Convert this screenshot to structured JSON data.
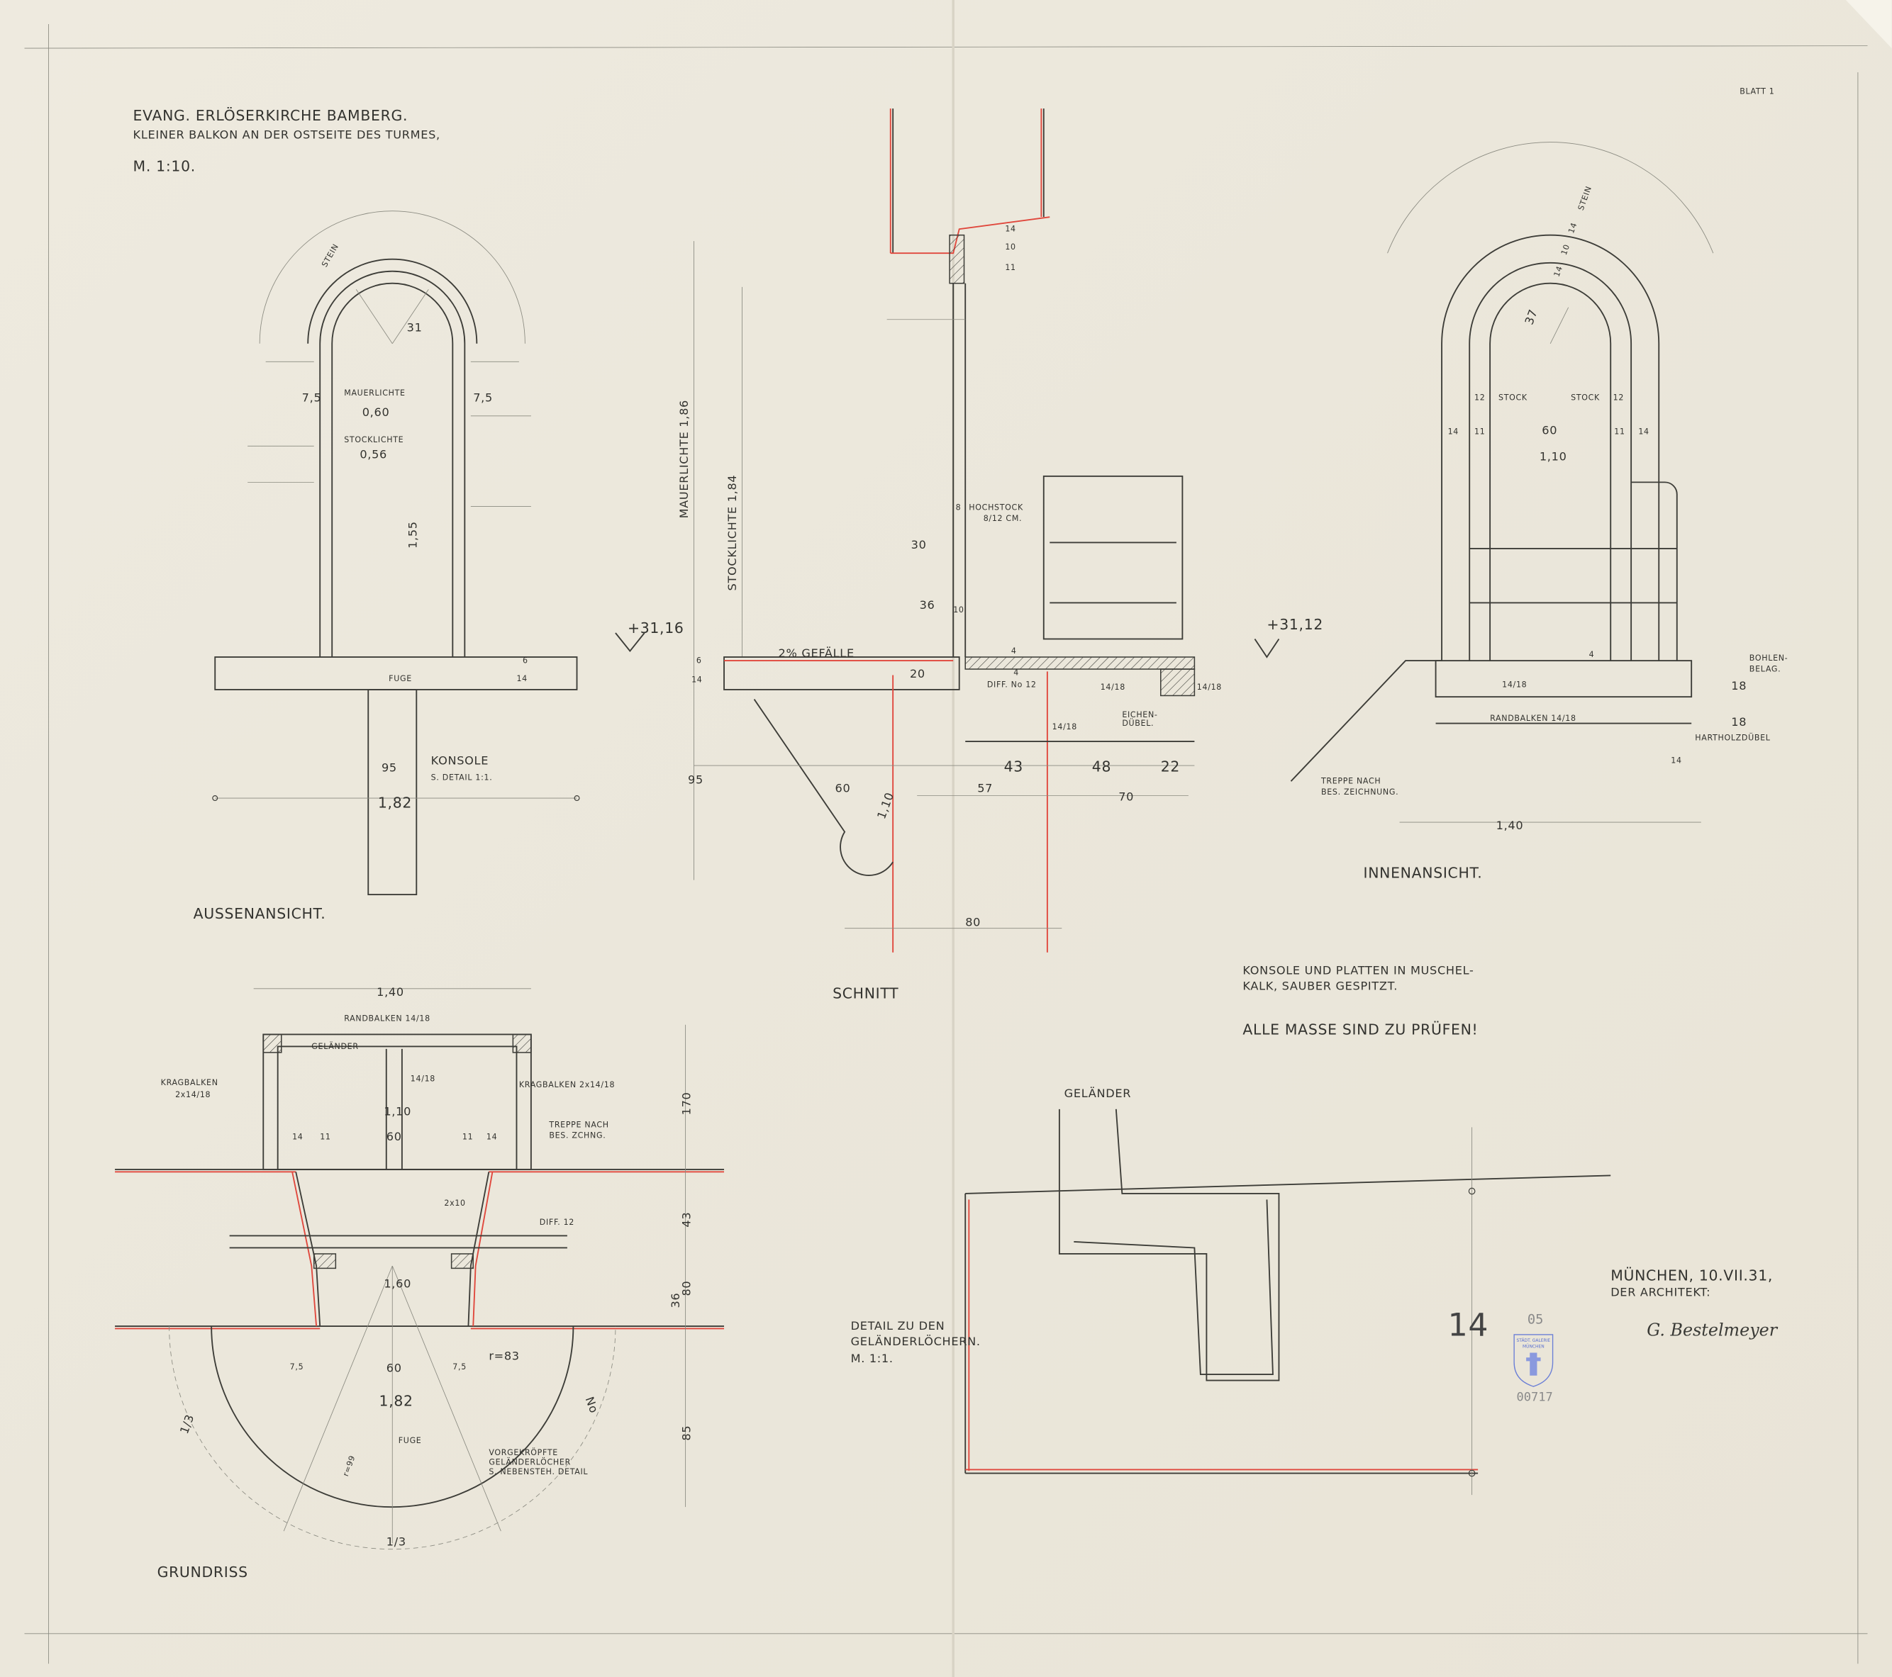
{
  "header": {
    "line1": "EVANG. ERLÖSERKIRCHE BAMBERG.",
    "line2": "KLEINER BALKON AN DER OSTSEITE DES TURMES,",
    "scale": "M. 1:10.",
    "sheet": "BLATT 1"
  },
  "aussen": {
    "label": "AUSSENANSICHT.",
    "dims": [
      "7,5",
      "7,5",
      "MAUERLICHTE",
      "0,60",
      "STOCKLICHTE",
      "0,56",
      "1,55",
      "31",
      "6",
      "14",
      "FUGE",
      "95",
      "KONSOLE",
      "S. DETAIL 1:1.",
      "1,82",
      "STEIN"
    ]
  },
  "schnitt": {
    "label": "SCHNITT",
    "level": "+31,16",
    "dims": [
      "MAUERLICHTE 1,86",
      "STOCKLICHTE 1,84",
      "30",
      "36",
      "8",
      "HOCHSTOCK",
      "8/12 CM.",
      "10",
      "2% GEFÄLLE",
      "20",
      "4",
      "4",
      "DIFF. No 12",
      "14/18",
      "14/18",
      "EICHEN-",
      "DÜBEL.",
      "14/18",
      "43",
      "48",
      "22",
      "70",
      "6",
      "14",
      "95",
      "60",
      "1,10",
      "57",
      "80",
      "14",
      "10",
      "11"
    ]
  },
  "innen": {
    "label": "INNENANSICHT.",
    "level": "+31,12",
    "dims": [
      "1,40",
      "60",
      "1,10",
      "12",
      "STOCK",
      "STOCK",
      "12",
      "14",
      "11",
      "11",
      "14",
      "4",
      "BOHLEN-",
      "BELAG.",
      "18",
      "18",
      "14/18",
      "RANDBALKEN 14/18",
      "HARTHOLZDÜBEL",
      "14",
      "TREPPE NACH",
      "BES. ZEICHNUNG.",
      "37",
      "14",
      "10",
      "14",
      "STEIN"
    ]
  },
  "grundriss": {
    "label": "GRUNDRISS",
    "dims": [
      "1,40",
      "RANDBALKEN 14/18",
      "GELÄNDER",
      "14/18",
      "KRAGBALKEN",
      "2x14/18",
      "KRAGBALKEN 2x14/18",
      "1,10",
      "60",
      "14",
      "11",
      "11",
      "14",
      "TREPPE NACH",
      "BES. ZCHNG.",
      "170",
      "DIFF. 12",
      "2x10",
      "43",
      "80",
      "36",
      "1,60",
      "60",
      "1,82",
      "FUGE",
      "7,5",
      "7,5",
      "r=83",
      "r=99",
      "VORGEKRÖPFTE",
      "GELÄNDERLÖCHER",
      "S. NEBENSTEH. DETAIL",
      "85",
      "1/3",
      "1/3",
      "No"
    ]
  },
  "notes": {
    "material_1": "KONSOLE UND PLATTEN IN MUSCHEL-",
    "material_2": "KALK, SAUBER GESPITZT.",
    "check": "ALLE MASSE SIND ZU PRÜFEN!"
  },
  "detail": {
    "line1": "DETAIL ZU DEN",
    "line2": "GELÄNDERLÖCHERN.",
    "scale": "M. 1:1.",
    "railing": "GELÄNDER",
    "dim": "14"
  },
  "signature": {
    "place_date": "MÜNCHEN, 10.VII.31,",
    "role": "DER ARCHITEKT:",
    "name": "G. Bestelmeyer"
  },
  "stamp": {
    "number_top": "05",
    "institution_1": "STÄDT. GALERIE",
    "institution_2": "MÜNCHEN",
    "inventory": "00717"
  },
  "colors": {
    "paper": "#ece8dc",
    "pencil": "#3d3d38",
    "red_pencil": "#e0473c",
    "stamp": "#5a6fd0"
  }
}
